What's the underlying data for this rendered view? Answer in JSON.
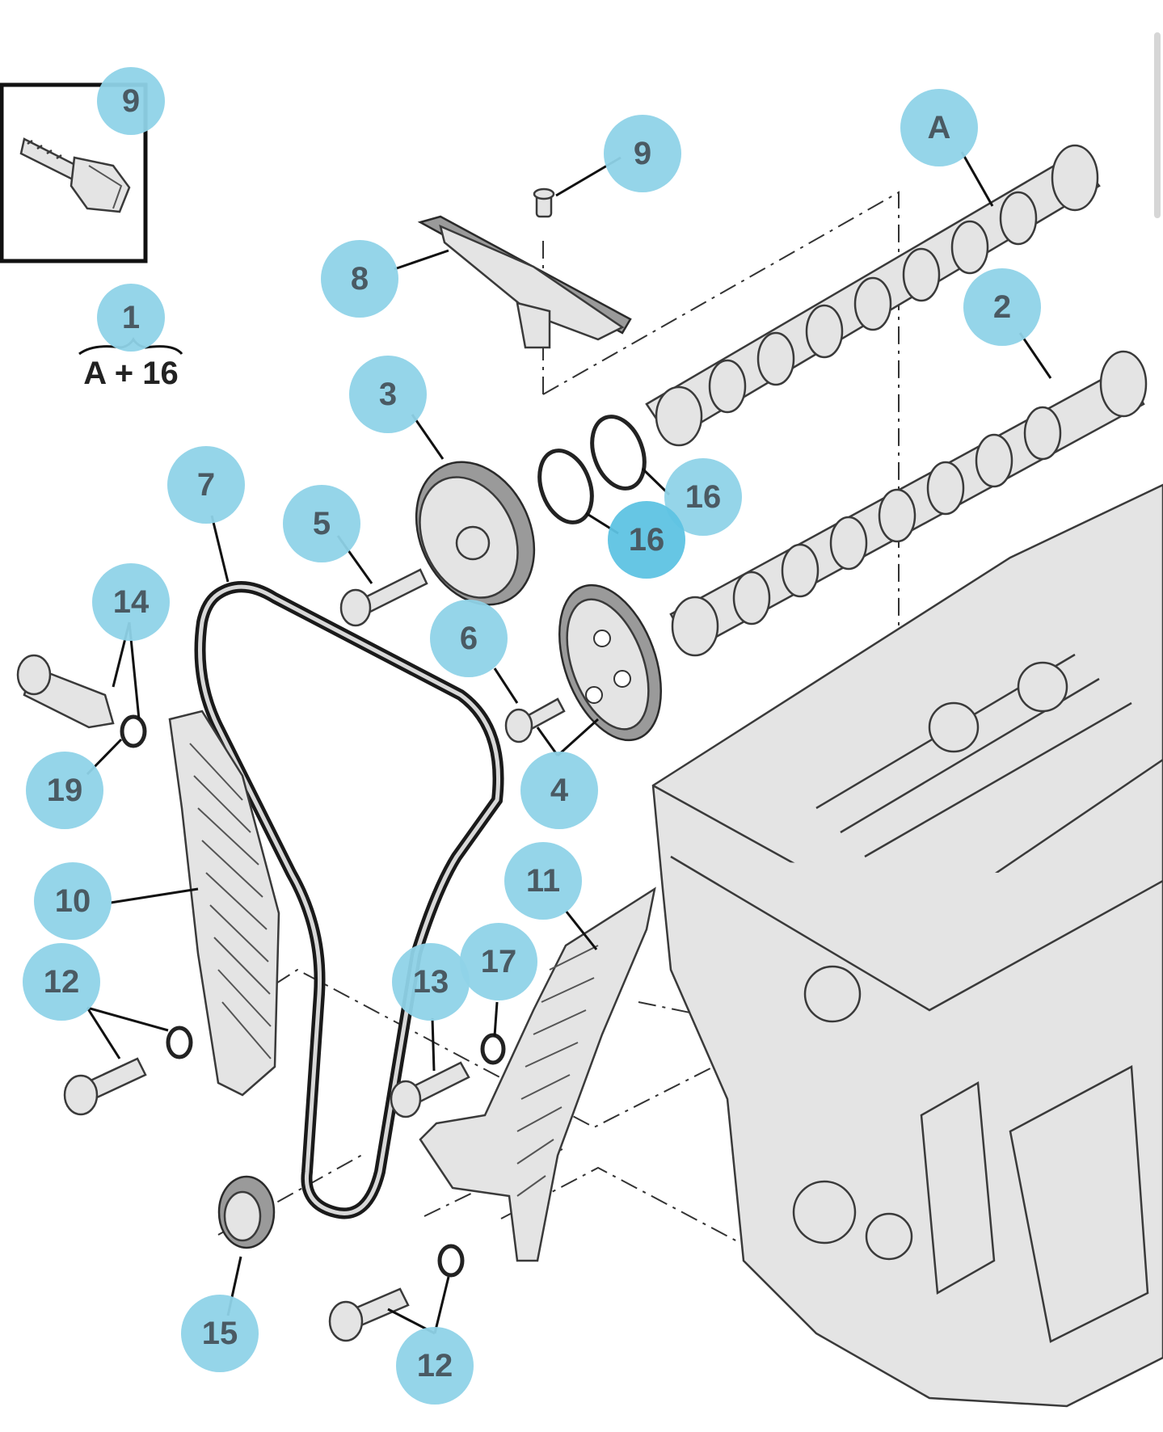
{
  "colors": {
    "callout_fill": "#8fd3e8",
    "callout_fill_active": "#5ec3e3",
    "callout_text": "#4a5a63",
    "line": "#111111",
    "part_fill": "#e4e4e4",
    "part_dark": "#9a9a9a",
    "background": "#ffffff"
  },
  "inset": {
    "callout": "9",
    "icon": "bolt-icon"
  },
  "kit": {
    "callout": "1",
    "formula": "A + 16"
  },
  "callouts": {
    "c_a": "A",
    "c_2": "2",
    "c_9": "9",
    "c_8": "8",
    "c_3": "3",
    "c_16a": "16",
    "c_16b": "16",
    "c_7": "7",
    "c_5": "5",
    "c_14": "14",
    "c_6": "6",
    "c_4": "4",
    "c_19": "19",
    "c_10": "10",
    "c_11": "11",
    "c_12a": "12",
    "c_13": "13",
    "c_17": "17",
    "c_15": "15",
    "c_12b": "12"
  }
}
